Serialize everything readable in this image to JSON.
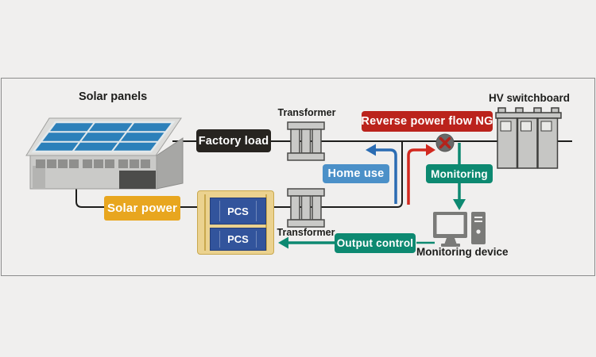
{
  "diagram": {
    "labels": {
      "solar_panels": "Solar panels",
      "factory_load": "Factory load",
      "transformer_top": "Transformer",
      "transformer_bottom": "Transformer",
      "hv_switchboard": "HV switchboard",
      "reverse_power_flow_ng": "Reverse power flow NG",
      "home_use": "Home use",
      "monitoring": "Monitoring",
      "solar_power": "Solar power",
      "pcs_unit_1": "PCS",
      "pcs_unit_2": "PCS",
      "output_control": "Output control",
      "monitoring_device": "Monitoring device"
    },
    "colors": {
      "background": "#f0efee",
      "line_black": "#1d1d1b",
      "factory_load_bg": "#272420",
      "reverse_ng_bg": "#bb231c",
      "home_use_bg": "#4b90c8",
      "teal_accent": "#0d8971",
      "solar_power_bg": "#e8a61f",
      "pcs_blue": "#32549c",
      "pcs_container_bg": "#ebd28f",
      "blue_arrow": "#2a6cb3",
      "red_arrow": "#d2291f",
      "panel_blue": "#2c80ba",
      "ng_circle_gray": "#696969"
    }
  }
}
